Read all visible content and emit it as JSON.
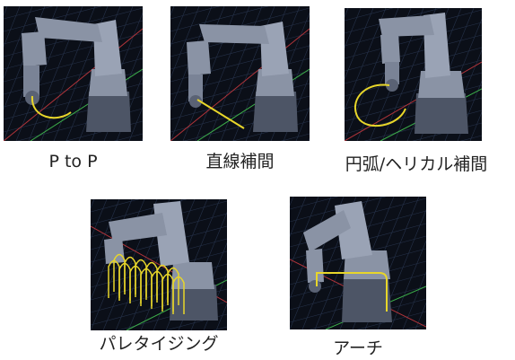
{
  "panels": [
    {
      "id": "p-to-p",
      "caption": "P to P",
      "path_color": "#e8d62a"
    },
    {
      "id": "linear-interpolation",
      "caption": "直線補間",
      "path_color": "#e8d62a"
    },
    {
      "id": "arc-helical-interpolation",
      "caption": "円弧/ヘリカル補間",
      "path_color": "#e8d62a"
    },
    {
      "id": "palletizing",
      "caption": "パレタイジング",
      "path_color": "#e8d62a"
    },
    {
      "id": "arch",
      "caption": "アーチ",
      "path_color": "#e8d62a"
    }
  ],
  "colors": {
    "viewport_bg": "#0b0f18",
    "grid": "#26324a",
    "axis_red": "#b0343a",
    "axis_green": "#3cae4a",
    "robot_body": "#8a93a5",
    "robot_shadow": "#4d5566"
  }
}
